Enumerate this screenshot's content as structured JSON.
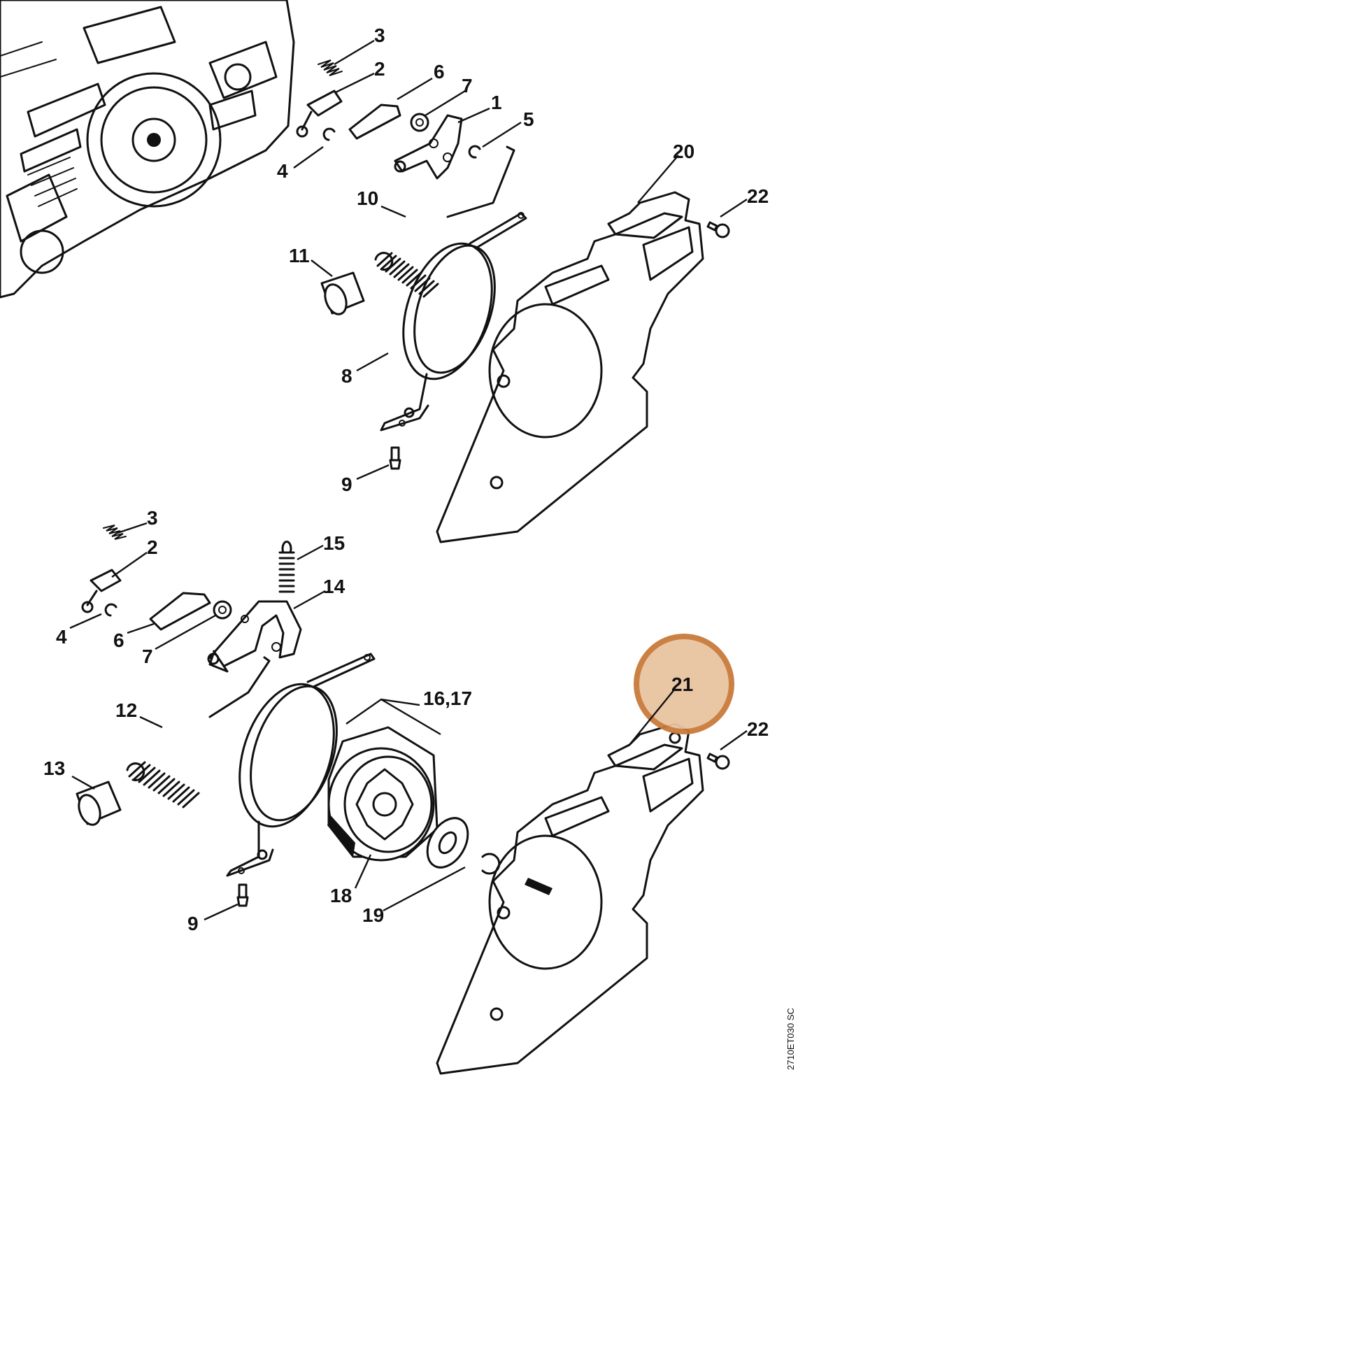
{
  "diagram": {
    "figure_code": "2710ET030 SC",
    "highlight_color": "#c97a3a",
    "highlight_fill": "#e8c4a0",
    "top_group_labels": [
      "3",
      "2",
      "6",
      "7",
      "1",
      "5",
      "4",
      "20",
      "22",
      "10",
      "11",
      "8",
      "9"
    ],
    "bottom_group_labels": [
      "3",
      "2",
      "15",
      "14",
      "4",
      "6",
      "7",
      "16,17",
      "12",
      "21",
      "22",
      "13",
      "18",
      "19",
      "9"
    ],
    "highlighted_label": "21"
  }
}
